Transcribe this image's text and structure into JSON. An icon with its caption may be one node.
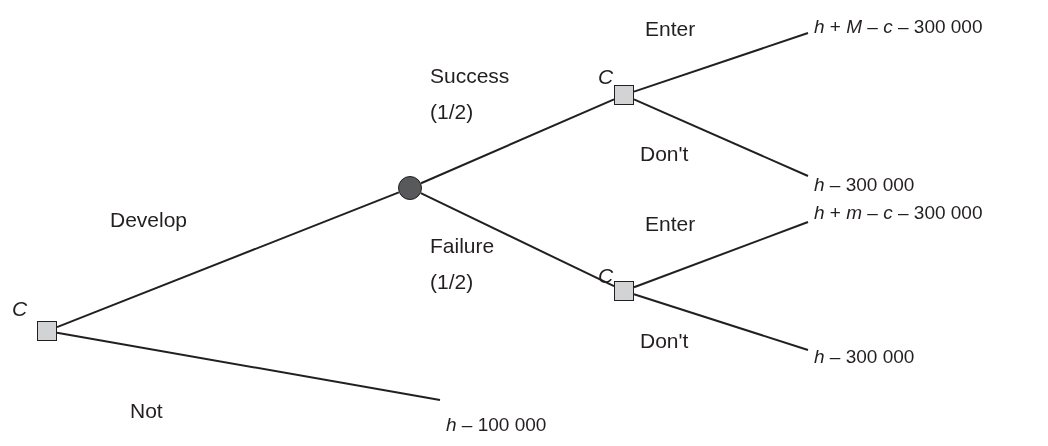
{
  "diagram": {
    "nodes": [
      {
        "text": [],
        "shape": "box",
        "beside": [
          "C"
        ]
      },
      {
        "text": [],
        "shape": "circle"
      },
      {
        "text": [],
        "shape": "box",
        "beside": [
          "C"
        ]
      },
      {
        "text": [],
        "shape": "box",
        "beside": [
          "C"
        ]
      },
      {
        "text": [
          "*h* + *M* – *c* – 300 000"
        ]
      },
      {
        "text": [
          "*h* – 300 000"
        ]
      },
      {
        "text": [
          "*h* + *m* – *c* – 300 000"
        ]
      },
      {
        "text": [
          "*h* – 300 000"
        ]
      },
      {
        "text": [
          "*h* – 100 000"
        ]
      }
    ],
    "edges": [
      {
        "from": 0,
        "to": 1,
        "arrow": "none",
        "label": "Develop"
      },
      {
        "from": 0,
        "to": 8,
        "arrow": "none",
        "label": "Not"
      },
      {
        "from": 1,
        "to": 2,
        "arrow": "none",
        "label": "Success (1/2)"
      },
      {
        "from": 1,
        "to": 3,
        "arrow": "none",
        "label": "Failure (1/2)"
      },
      {
        "from": 2,
        "to": 4,
        "arrow": "none",
        "label": "Enter"
      },
      {
        "from": 2,
        "to": 5,
        "arrow": "none",
        "label": "Don't"
      },
      {
        "from": 3,
        "to": 6,
        "arrow": "none",
        "label": "Enter"
      },
      {
        "from": 3,
        "to": 7,
        "arrow": "none",
        "label": "Don't"
      }
    ]
  }
}
